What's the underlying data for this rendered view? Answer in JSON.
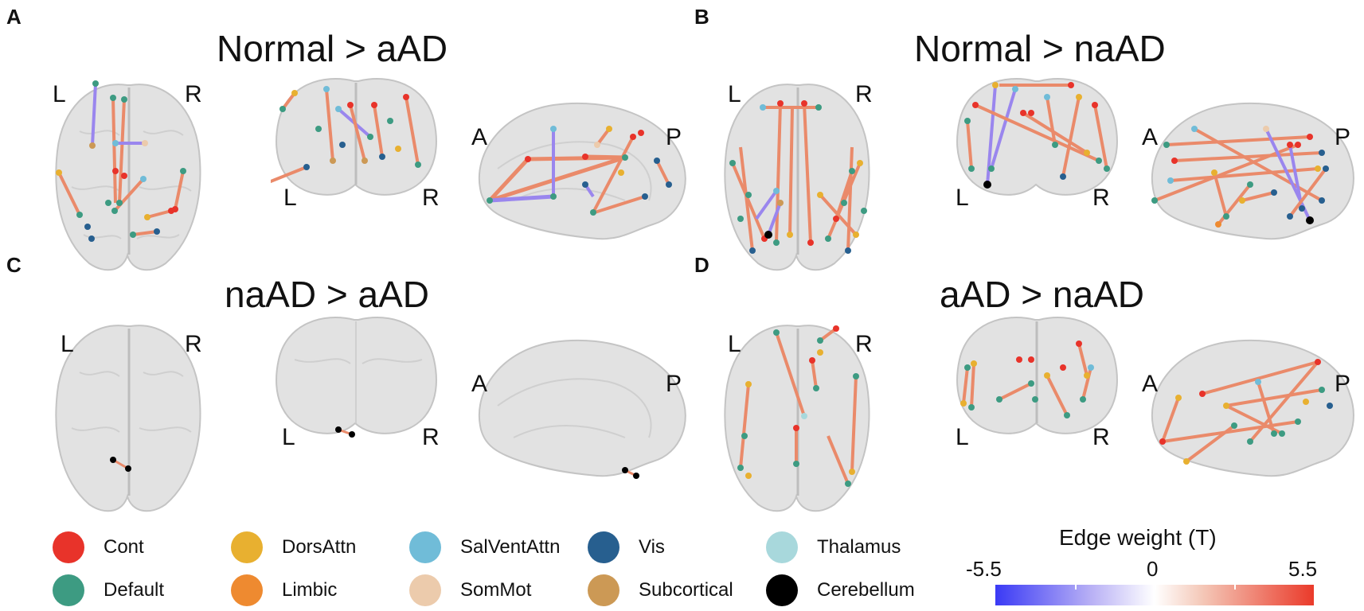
{
  "panels": [
    {
      "letter": "A",
      "title": "Normal > aAD"
    },
    {
      "letter": "B",
      "title": "Normal > naAD"
    },
    {
      "letter": "C",
      "title": "naAD > aAD"
    },
    {
      "letter": "D",
      "title": "aAD > naAD"
    }
  ],
  "orientation": {
    "left": "L",
    "right": "R",
    "anterior": "A",
    "posterior": "P"
  },
  "legend": [
    {
      "label": "Cont",
      "color": "#e8332a"
    },
    {
      "label": "Default",
      "color": "#3d9b82"
    },
    {
      "label": "DorsAttn",
      "color": "#e8b030"
    },
    {
      "label": "Limbic",
      "color": "#ee8a30"
    },
    {
      "label": "SalVentAttn",
      "color": "#70bcd8"
    },
    {
      "label": "SomMot",
      "color": "#eccbac"
    },
    {
      "label": "Vis",
      "color": "#275f8f"
    },
    {
      "label": "Subcortical",
      "color": "#cc9955"
    },
    {
      "label": "Thalamus",
      "color": "#a8d8dc"
    },
    {
      "label": "Cerebellum",
      "color": "#000000"
    }
  ],
  "colorbar": {
    "title": "Edge weight (T)",
    "min": "-5.5",
    "mid": "0",
    "max": "5.5",
    "neg_color": "#3a3af5",
    "pos_color": "#ea3a2a"
  }
}
